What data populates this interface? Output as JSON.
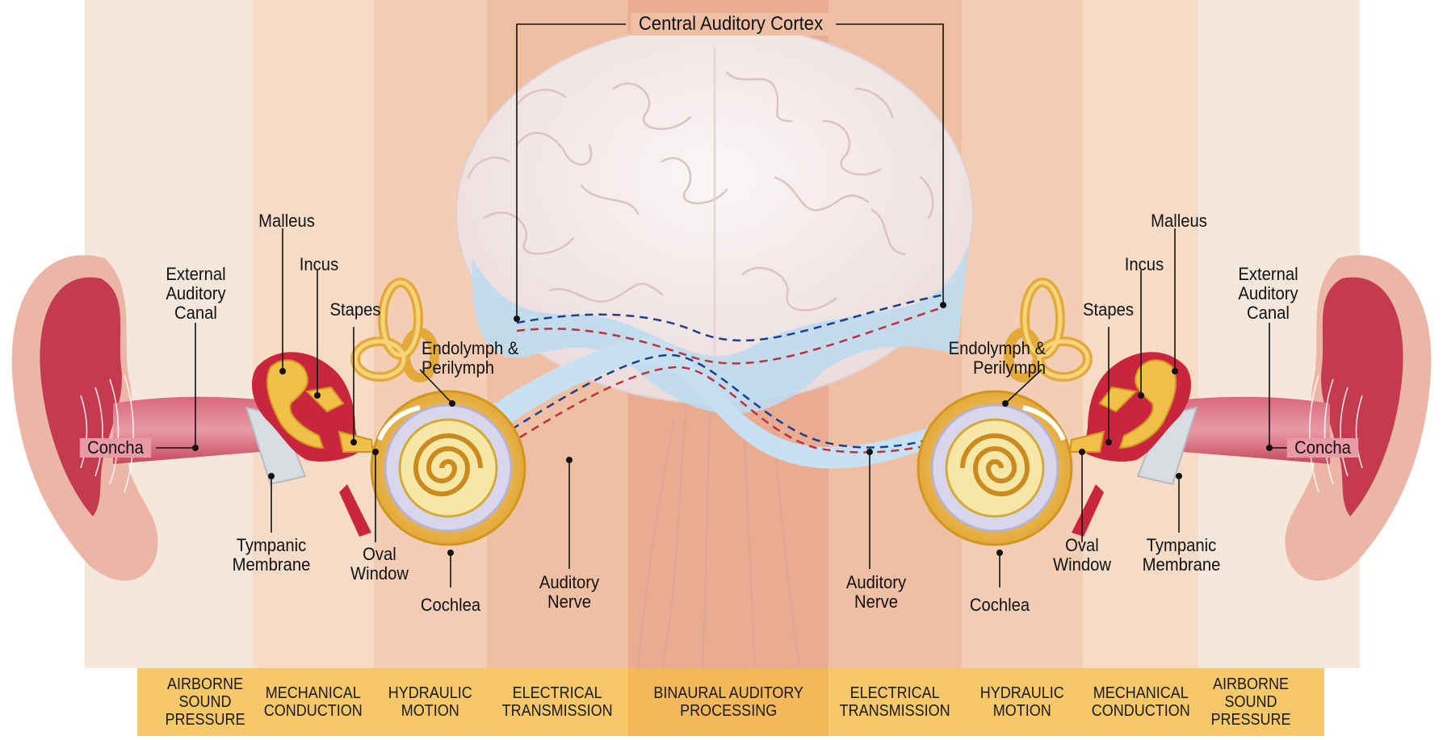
{
  "colors": {
    "band_outer": "#f5e7dc",
    "band_mech": "#f6dcc6",
    "band_hydr": "#f3cdb4",
    "band_elec": "#efbfa3",
    "band_center": "#e9ab92",
    "footer": "#f6c86a",
    "footer_center": "#f3b85a",
    "ear": "#c43a4e",
    "bone": "#e7ad35",
    "nerve": "#bcdcf0",
    "brain": "#f6eeee"
  },
  "labels": {
    "cortex": "Central Auditory Cortex",
    "left": {
      "malleus": "Malleus",
      "incus": "Incus",
      "external_canal": "External\nAuditory\nCanal",
      "stapes": "Stapes",
      "endolymph": "Endolymph &\nPerilymph",
      "concha": "Concha",
      "tympanic": "Tympanic\nMembrane",
      "oval_window": "Oval\nWindow",
      "cochlea": "Cochlea",
      "auditory_nerve": "Auditory\nNerve"
    },
    "right": {
      "malleus": "Malleus",
      "incus": "Incus",
      "external_canal": "External\nAuditory\nCanal",
      "stapes": "Stapes",
      "endolymph": "Endolymph &\nPerilymph",
      "concha": "Concha",
      "tympanic": "Tympanic\nMembrane",
      "oval_window": "Oval\nWindow",
      "cochlea": "Cochlea",
      "auditory_nerve": "Auditory\nNerve"
    }
  },
  "zones": [
    "AIRBORNE\nSOUND\nPRESSURE",
    "MECHANICAL\nCONDUCTION",
    "HYDRAULIC\nMOTION",
    "ELECTRICAL\nTRANSMISSION",
    "BINAURAL AUDITORY\nPROCESSING",
    "ELECTRICAL\nTRANSMISSION",
    "HYDRAULIC\nMOTION",
    "MECHANICAL\nCONDUCTION",
    "AIRBORNE\nSOUND\nPRESSURE"
  ]
}
